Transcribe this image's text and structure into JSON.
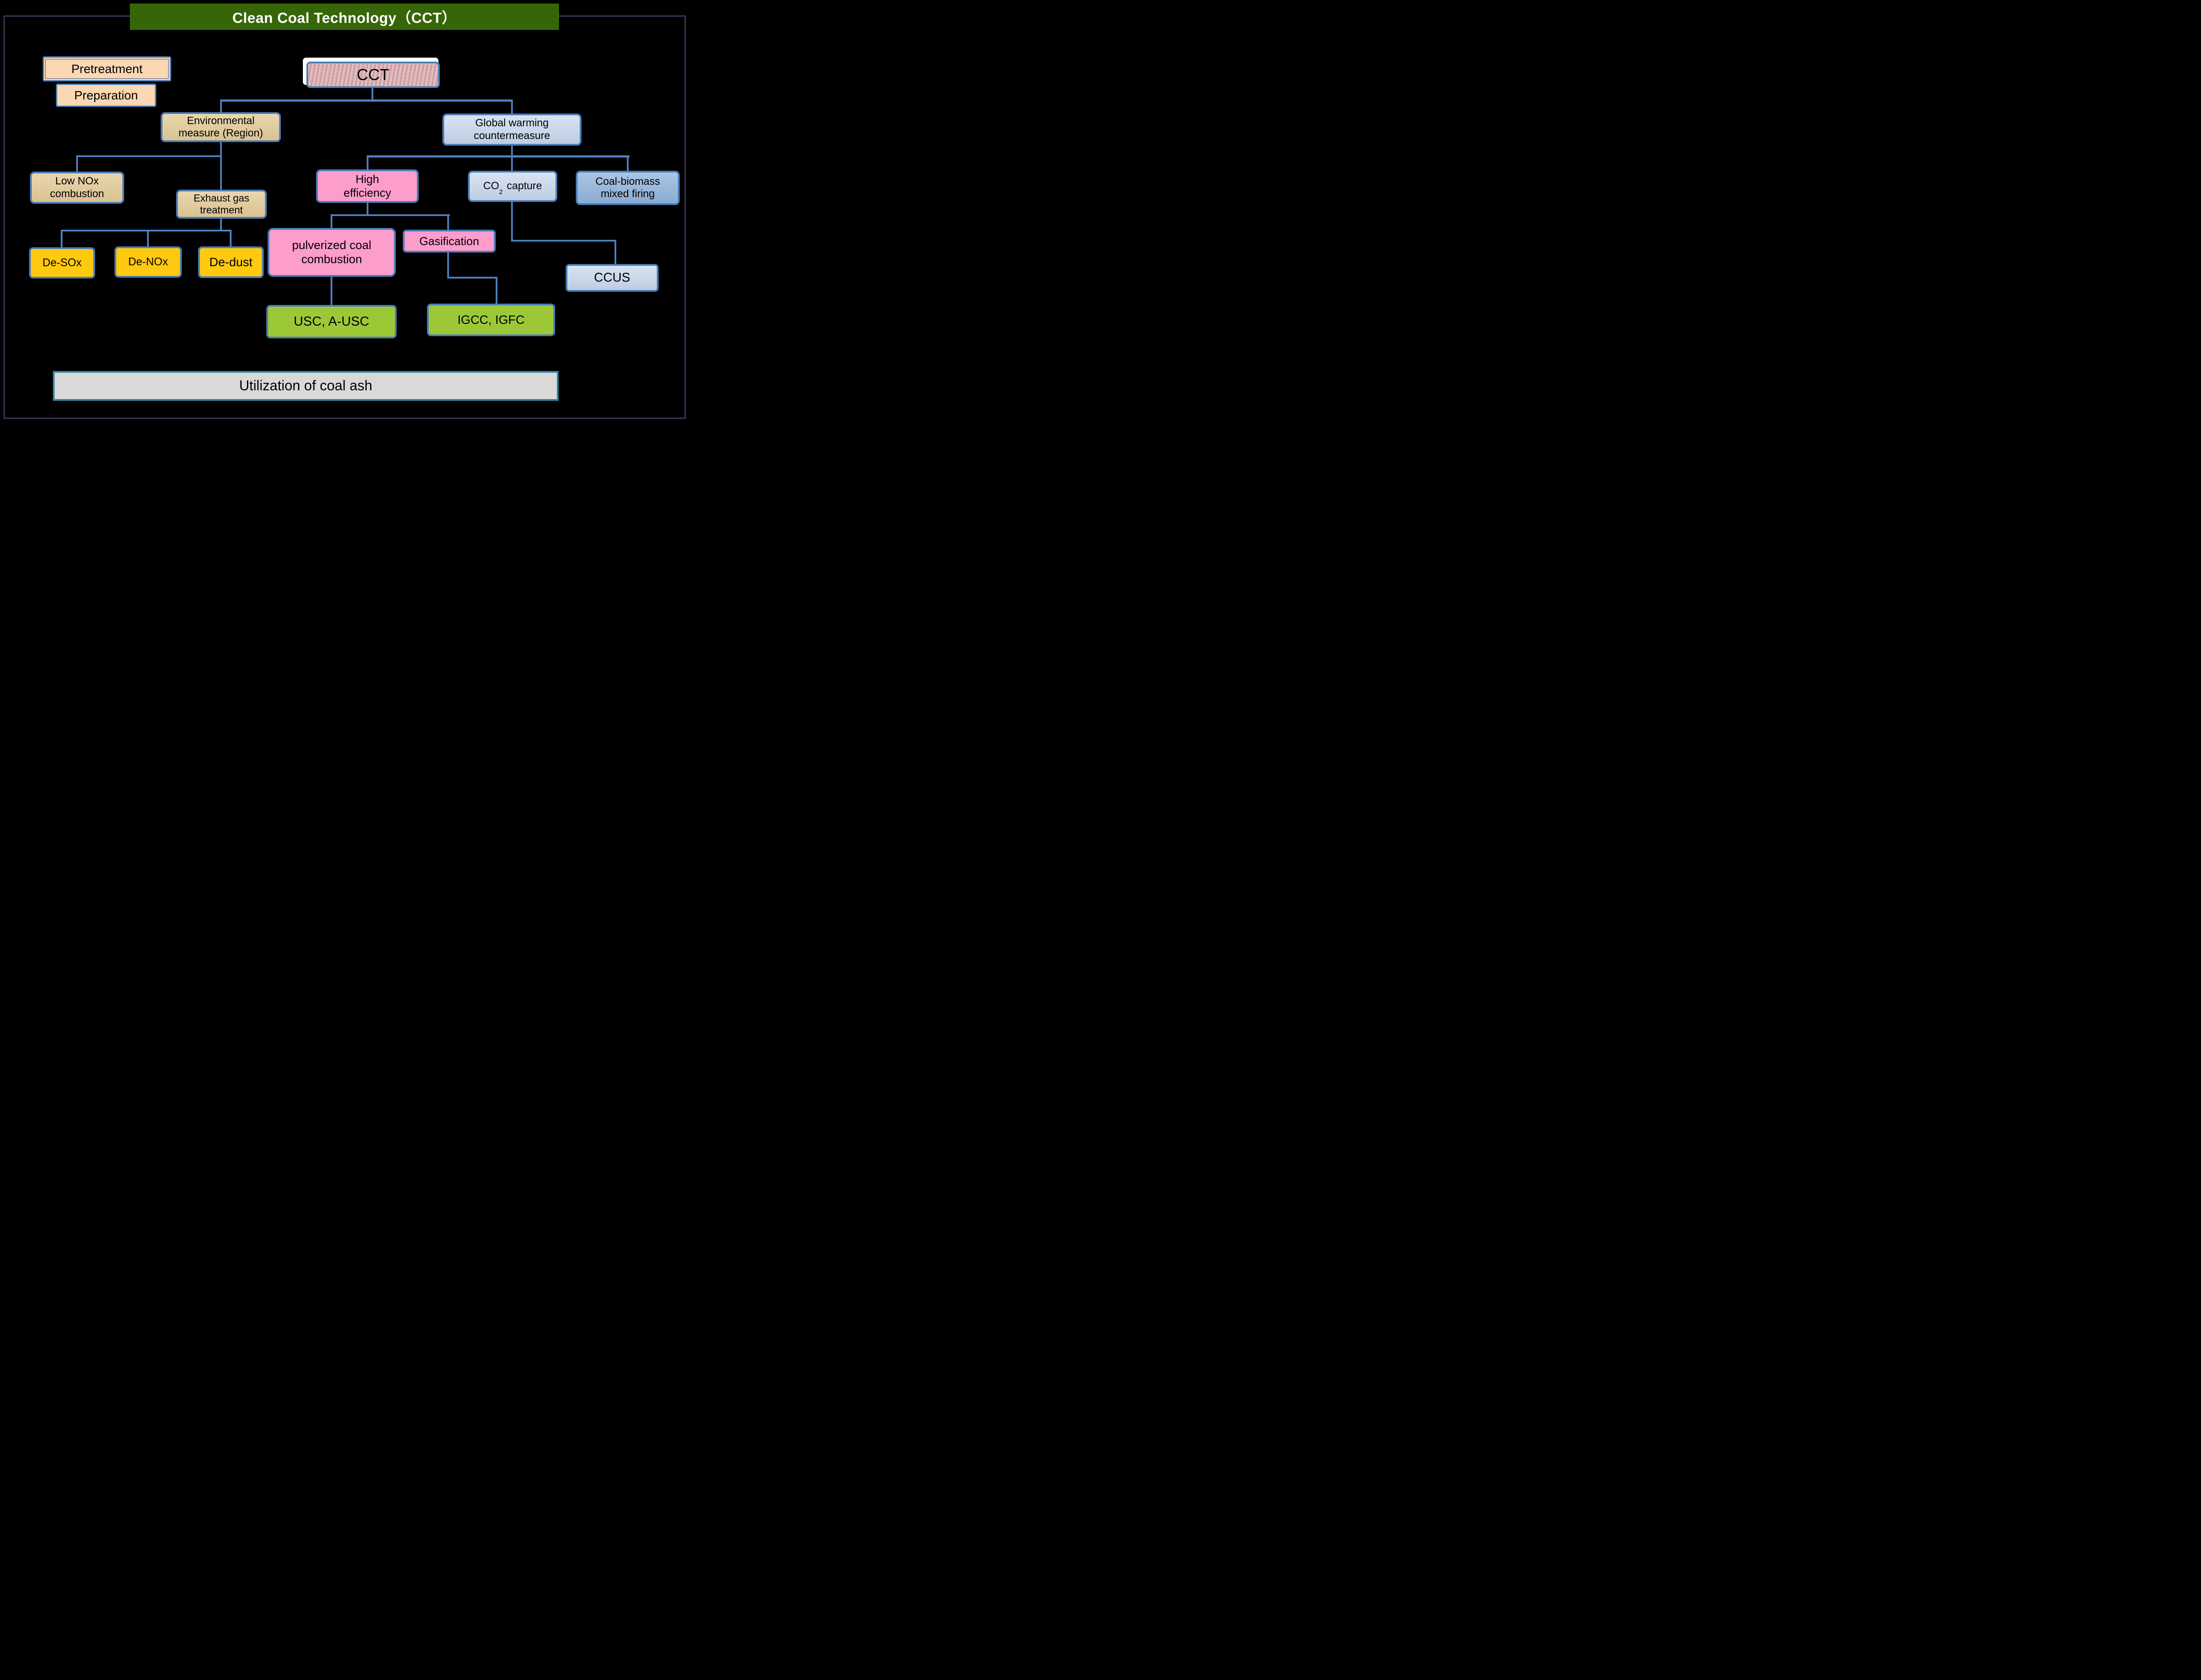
{
  "title": "Clean Coal Technology（CCT）",
  "nodes": {
    "pretreatment": "Pretreatment",
    "preparation": "Preparation",
    "cct": "CCT",
    "env_measure": "Environmental\nmeasure (Region)",
    "global_warming": "Global warming\ncountermeasure",
    "low_nox": "Low NOx\ncombustion",
    "exhaust_gas": "Exhaust gas\ntreatment",
    "high_efficiency": "High\nefficiency",
    "co2_capture": {
      "prefix": "CO",
      "sub": "2",
      "suffix": "capture"
    },
    "coal_biomass": "Coal-biomass\nmixed firing",
    "de_sox": "De-SOx",
    "de_nox": "De-NOx",
    "de_dust": "De-dust",
    "pulverized": "pulverized coal\ncombustion",
    "gasification": "Gasification",
    "ccus": "CCUS",
    "usc": "USC, A-USC",
    "igcc": "IGCC, IGFC",
    "coal_ash": "Utilization of coal ash"
  },
  "palette": {
    "background": "#000000",
    "outer_border": "#3E3559",
    "title_bg": "#376608",
    "title_text": "#FFFFFF",
    "connector_blue": "#4C80BE",
    "box_border_blue": "#4A7DB8",
    "peach": "#FBD7B3",
    "rose": "#D9A8AC",
    "tan": "#E9D2A0",
    "light_blue": "#C3D4EA",
    "medium_blue": "#8FB2DB",
    "pink": "#FD9DCB",
    "yellow": "#FFC90F",
    "green": "#9CC838",
    "footer_gray": "#D9D9D9",
    "footer_teal_border": "#2E859C"
  }
}
